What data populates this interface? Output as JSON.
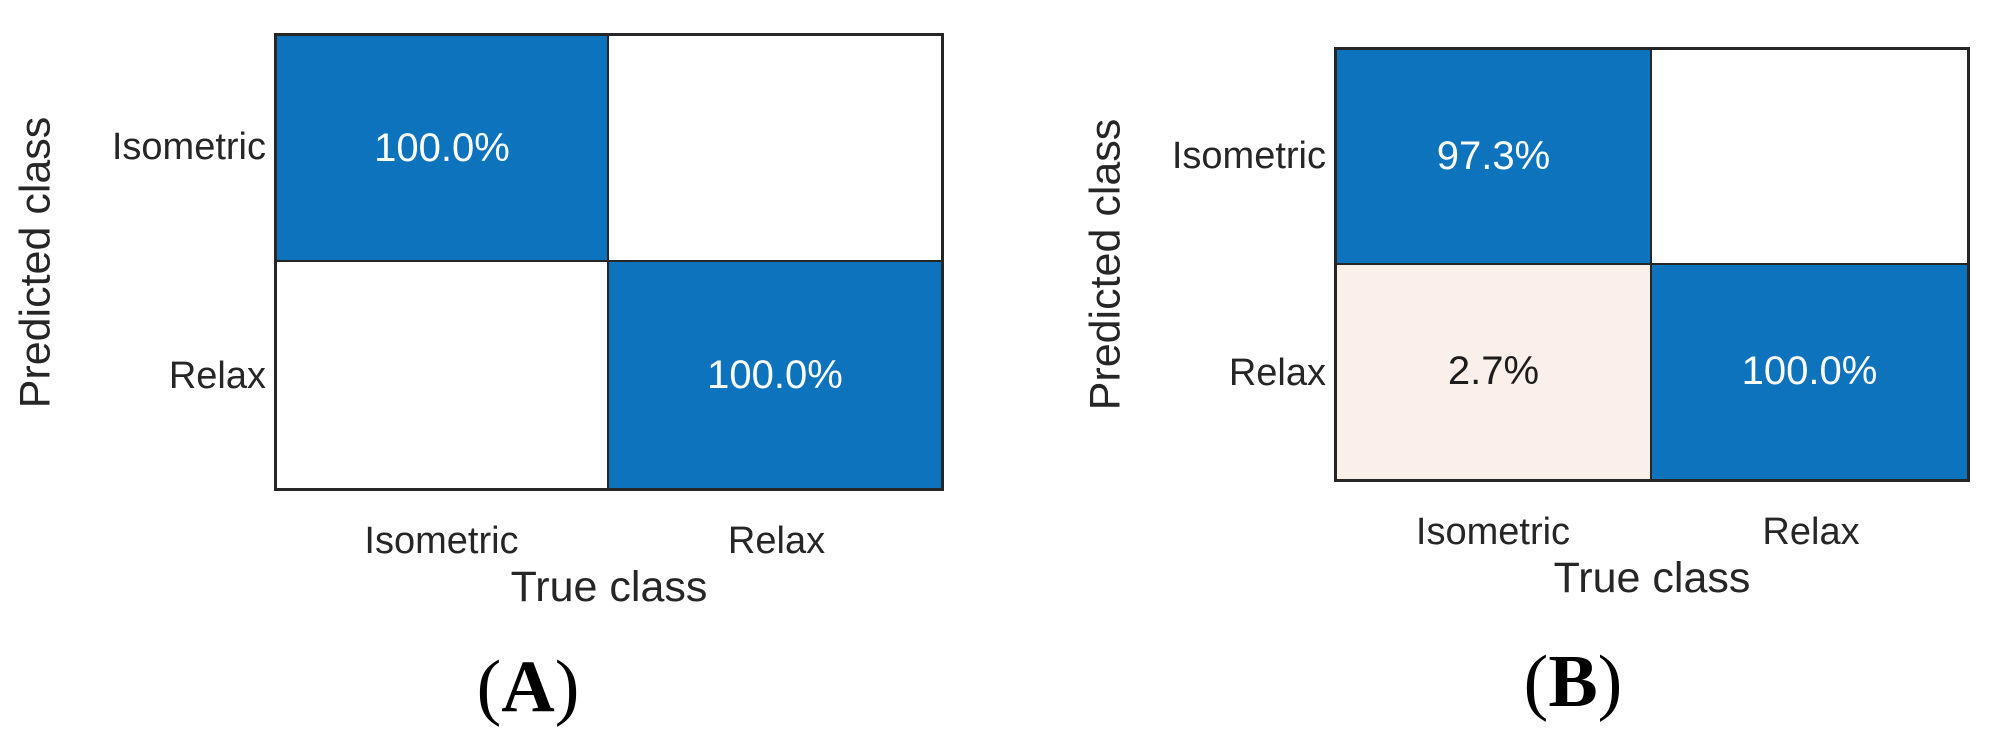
{
  "figure": {
    "colors": {
      "diagonal": "#0d73bc",
      "off_diagonal": "#faf0e9",
      "empty": "#ffffff",
      "grid_line": "#262626",
      "axis_text": "#262626",
      "cell_text_light": "#ffffff",
      "cell_text_dark": "#1c1c1c",
      "caption_text": "#000000"
    },
    "panels": [
      {
        "caption": {
          "open": "(",
          "letter": "A",
          "close": ")"
        },
        "y_axis_label": "Predicted class",
        "x_axis_label": "True class",
        "y_ticks": [
          "Isometric",
          "Relax"
        ],
        "x_ticks": [
          "Isometric",
          "Relax"
        ],
        "cells": [
          {
            "row": "Isometric",
            "col": "Isometric",
            "value": "100.0%",
            "kind": "diagonal"
          },
          {
            "row": "Isometric",
            "col": "Relax",
            "value": "",
            "kind": "empty"
          },
          {
            "row": "Relax",
            "col": "Isometric",
            "value": "",
            "kind": "empty"
          },
          {
            "row": "Relax",
            "col": "Relax",
            "value": "100.0%",
            "kind": "diagonal"
          }
        ]
      },
      {
        "caption": {
          "open": "(",
          "letter": "B",
          "close": ")"
        },
        "y_axis_label": "Predicted class",
        "x_axis_label": "True class",
        "y_ticks": [
          "Isometric",
          "Relax"
        ],
        "x_ticks": [
          "Isometric",
          "Relax"
        ],
        "cells": [
          {
            "row": "Isometric",
            "col": "Isometric",
            "value": "97.3%",
            "kind": "diagonal"
          },
          {
            "row": "Isometric",
            "col": "Relax",
            "value": "",
            "kind": "empty"
          },
          {
            "row": "Relax",
            "col": "Isometric",
            "value": "2.7%",
            "kind": "off_diagonal"
          },
          {
            "row": "Relax",
            "col": "Relax",
            "value": "100.0%",
            "kind": "diagonal"
          }
        ]
      }
    ]
  },
  "chart_data": [
    {
      "type": "heatmap",
      "subtype": "confusion-matrix",
      "title": "(A)",
      "xlabel": "True class",
      "ylabel": "Predicted class",
      "x_categories": [
        "Isometric",
        "Relax"
      ],
      "y_categories": [
        "Isometric",
        "Relax"
      ],
      "values_percent": [
        [
          100.0,
          null
        ],
        [
          null,
          100.0
        ]
      ],
      "cell_labels": [
        [
          "100.0%",
          ""
        ],
        [
          "",
          "100.0%"
        ]
      ],
      "legend": "none",
      "grid": "on"
    },
    {
      "type": "heatmap",
      "subtype": "confusion-matrix",
      "title": "(B)",
      "xlabel": "True class",
      "ylabel": "Predicted class",
      "x_categories": [
        "Isometric",
        "Relax"
      ],
      "y_categories": [
        "Isometric",
        "Relax"
      ],
      "values_percent": [
        [
          97.3,
          null
        ],
        [
          2.7,
          100.0
        ]
      ],
      "cell_labels": [
        [
          "97.3%",
          ""
        ],
        [
          "2.7%",
          "100.0%"
        ]
      ],
      "legend": "none",
      "grid": "on"
    }
  ]
}
